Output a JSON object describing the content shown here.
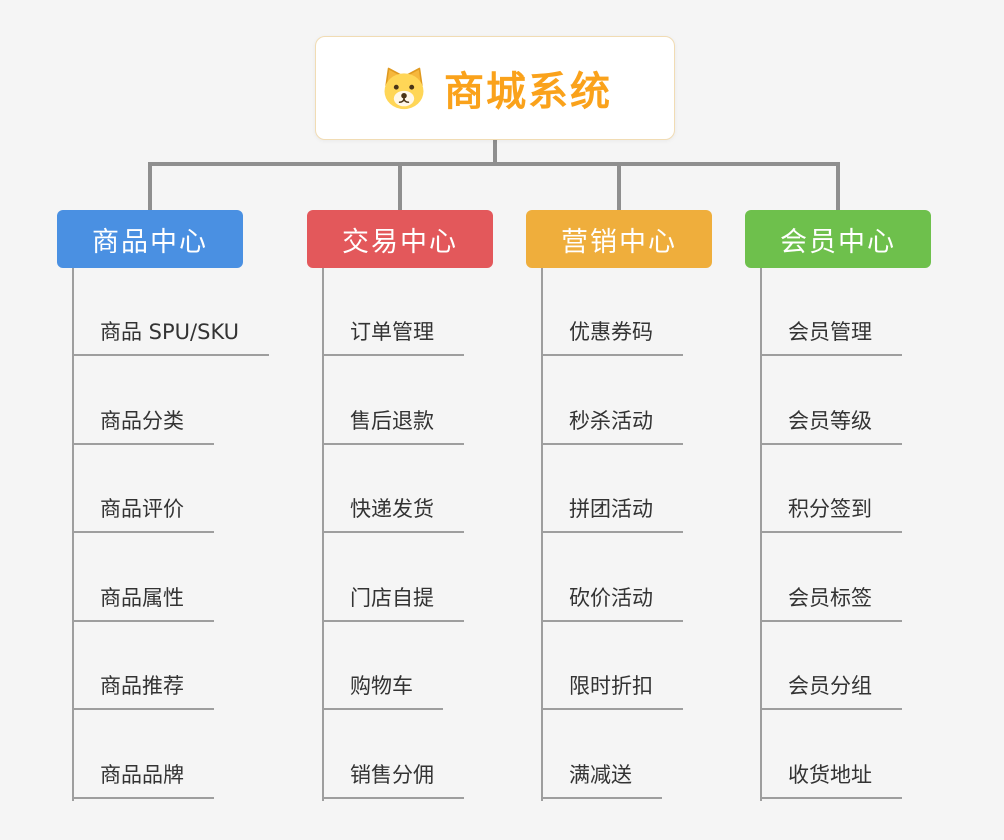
{
  "page": {
    "background": "#f5f5f5"
  },
  "lines": {
    "connector": "#8f8f8f",
    "underline": "#9e9e9e"
  },
  "root": {
    "title": "商城系统",
    "title_color": "#faa21b",
    "border_color": "#f1dcb4",
    "icon": "dog-face-icon"
  },
  "branches": [
    {
      "label": "商品中心",
      "color": "#4a90e2",
      "children": [
        "商品 SPU/SKU",
        "商品分类",
        "商品评价",
        "商品属性",
        "商品推荐",
        "商品品牌"
      ]
    },
    {
      "label": "交易中心",
      "color": "#e3585b",
      "children": [
        "订单管理",
        "售后退款",
        "快递发货",
        "门店自提",
        "购物车",
        "销售分佣"
      ]
    },
    {
      "label": "营销中心",
      "color": "#efae3c",
      "children": [
        "优惠券码",
        "秒杀活动",
        "拼团活动",
        "砍价活动",
        "限时折扣",
        "满减送"
      ]
    },
    {
      "label": "会员中心",
      "color": "#6ec04c",
      "children": [
        "会员管理",
        "会员等级",
        "积分签到",
        "会员标签",
        "会员分组",
        "收货地址"
      ]
    }
  ]
}
